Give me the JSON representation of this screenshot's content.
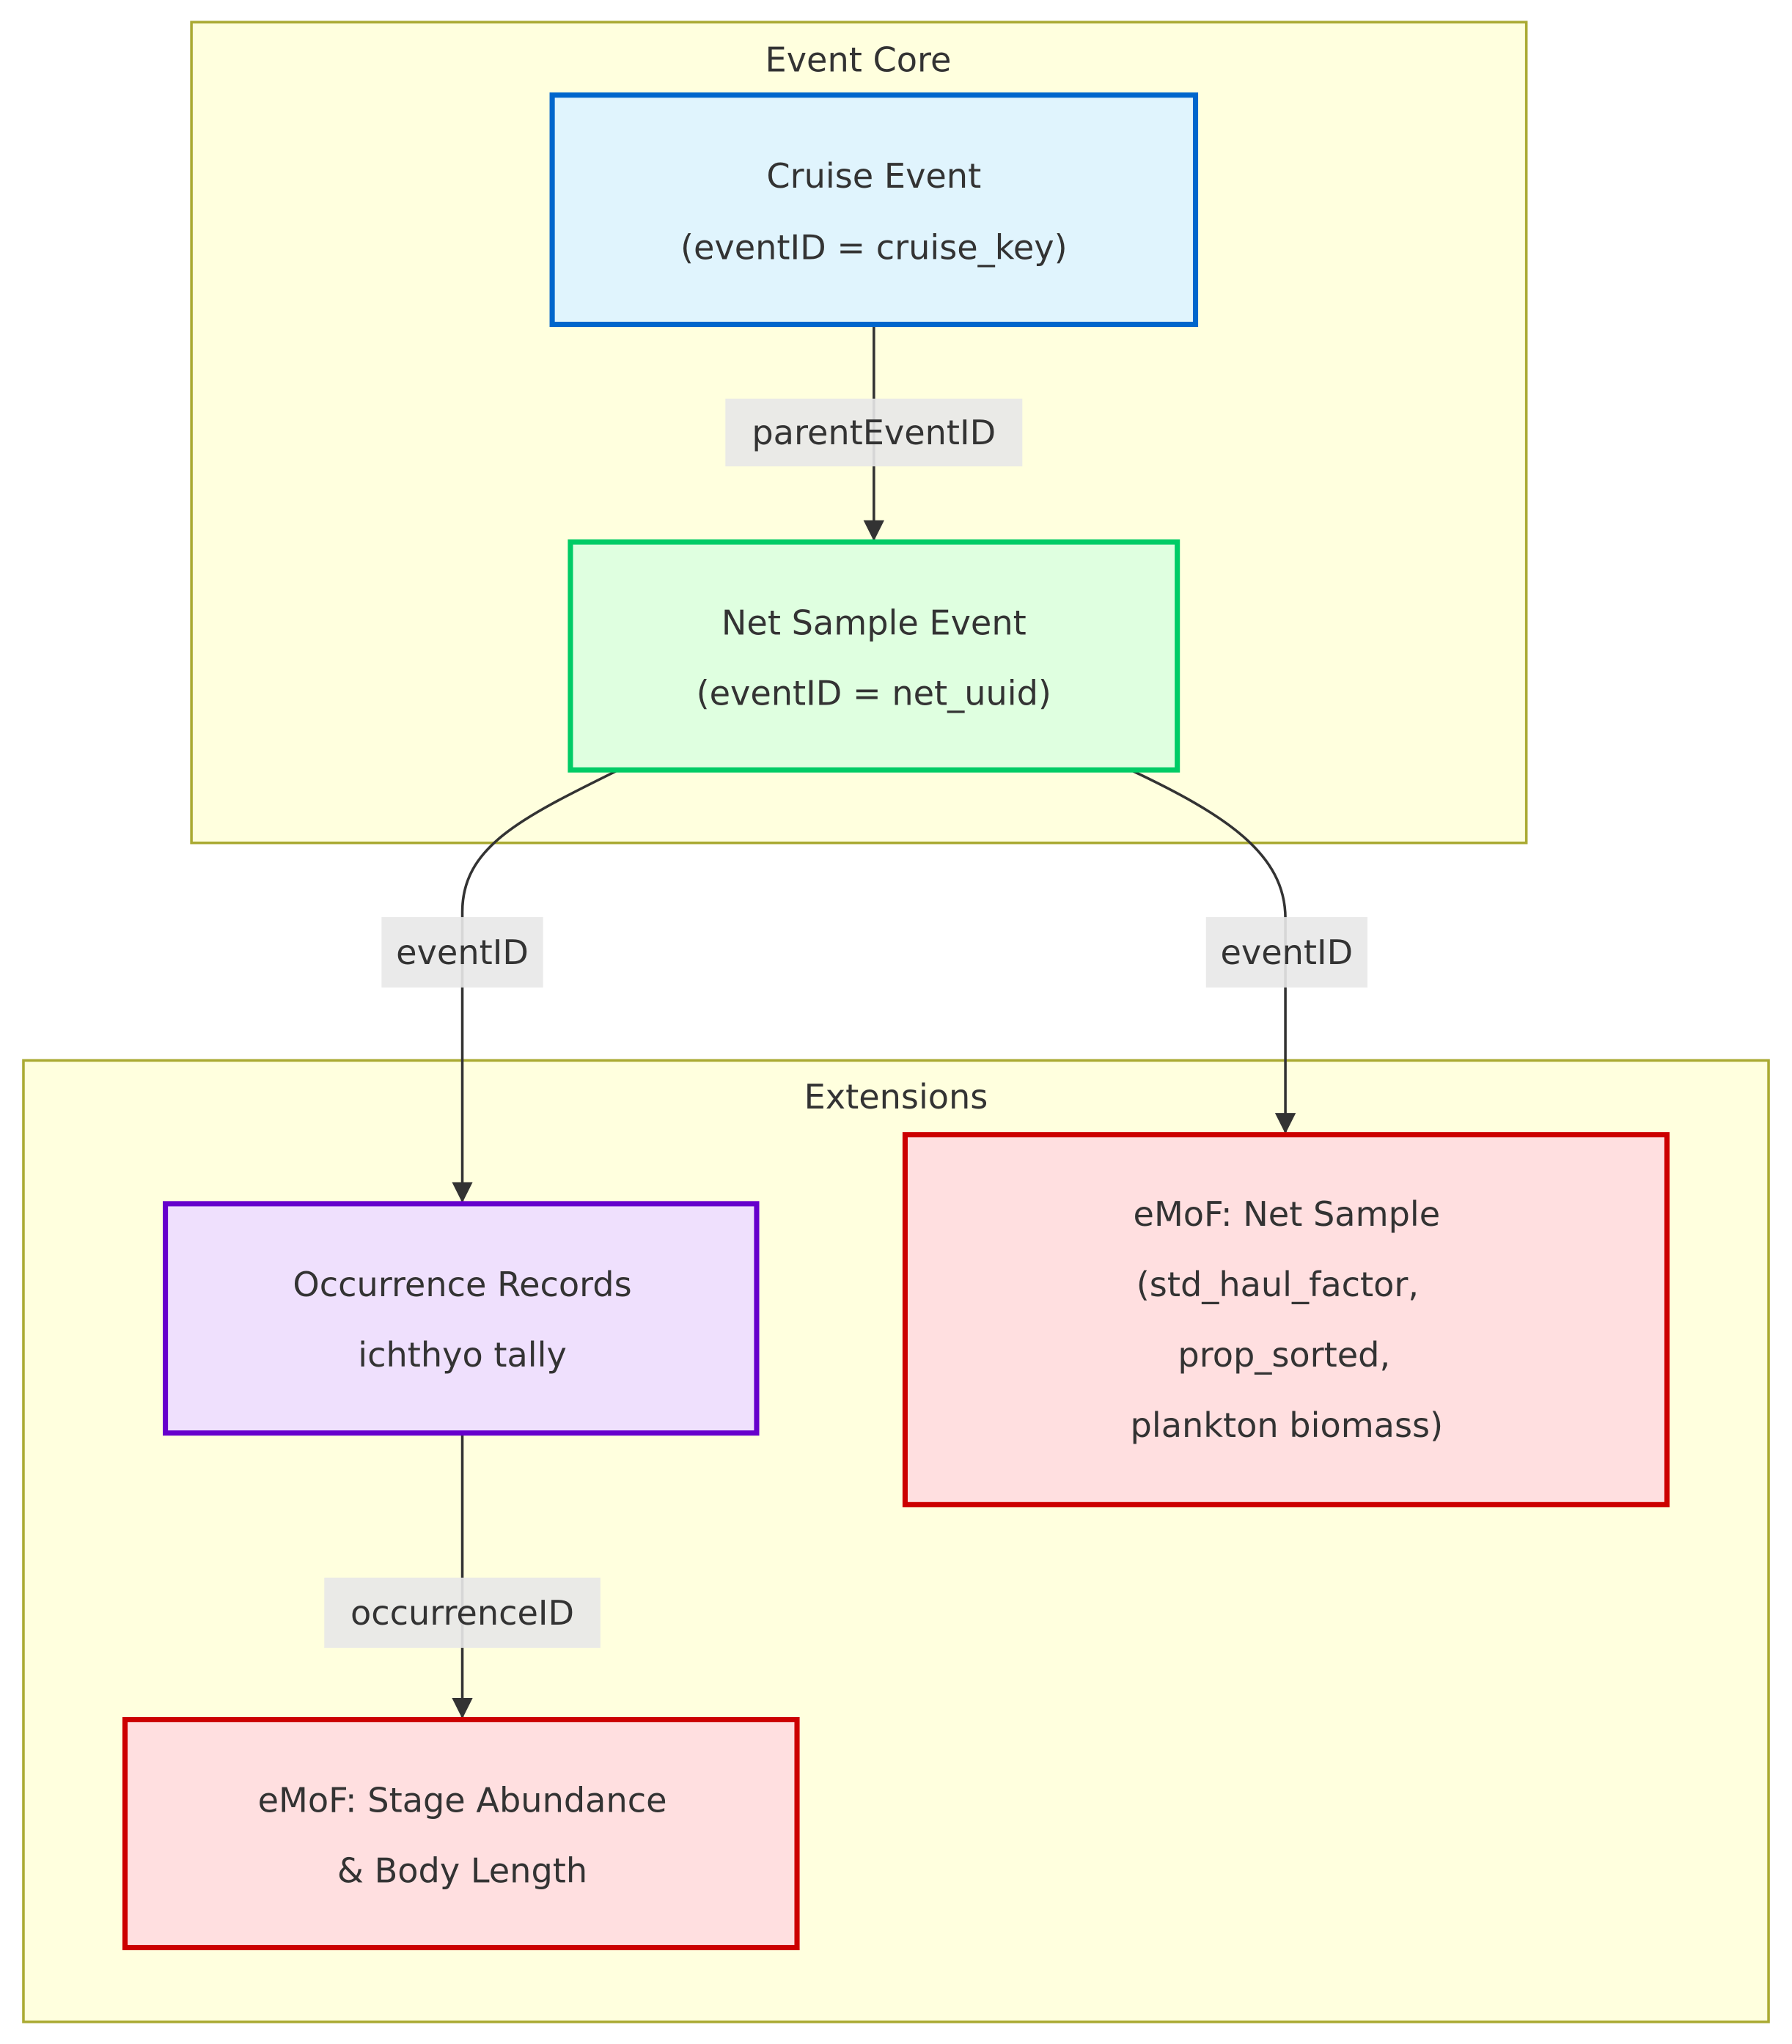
{
  "diagram": {
    "type": "flowchart",
    "clusters": [
      {
        "id": "event_core",
        "label": "Event Core",
        "fill": "#ffffde",
        "stroke": "#aaaa33"
      },
      {
        "id": "extensions",
        "label": "Extensions",
        "fill": "#ffffde",
        "stroke": "#aaaa33"
      }
    ],
    "nodes": [
      {
        "id": "cruise",
        "cluster": "event_core",
        "lines": [
          "Cruise Event",
          "(eventID = cruise_key)"
        ],
        "fill": "#e0f4fd",
        "stroke": "#0066cc"
      },
      {
        "id": "net",
        "cluster": "event_core",
        "lines": [
          "Net Sample Event",
          "(eventID = net_uuid)"
        ],
        "fill": "#dfffe0",
        "stroke": "#00cc66"
      },
      {
        "id": "occurrence",
        "cluster": "extensions",
        "lines": [
          "Occurrence Records",
          "ichthyo tally"
        ],
        "fill": "#efe0fd",
        "stroke": "#6600cc"
      },
      {
        "id": "emof_net",
        "cluster": "extensions",
        "lines": [
          "eMoF: Net Sample",
          "(std_haul_factor,",
          "prop_sorted,",
          "plankton biomass)"
        ],
        "fill": "#ffdfe0",
        "stroke": "#cc0000"
      },
      {
        "id": "emof_stage",
        "cluster": "extensions",
        "lines": [
          "eMoF: Stage Abundance",
          "& Body Length"
        ],
        "fill": "#ffdfe0",
        "stroke": "#cc0000"
      }
    ],
    "edges": [
      {
        "from": "cruise",
        "to": "net",
        "label": "parentEventID"
      },
      {
        "from": "net",
        "to": "occurrence",
        "label": "eventID"
      },
      {
        "from": "net",
        "to": "emof_net",
        "label": "eventID"
      },
      {
        "from": "occurrence",
        "to": "emof_stage",
        "label": "occurrenceID"
      }
    ]
  }
}
